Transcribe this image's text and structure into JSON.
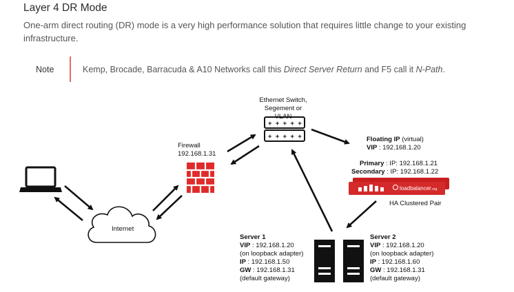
{
  "heading": "Layer 4 DR Mode",
  "intro": "One-arm direct routing (DR) mode is a very high performance solution that requires little change to your existing infrastructure.",
  "note": {
    "label": "Note",
    "text_before": "Kemp, Brocade, Barracuda & A10 Networks call this ",
    "text_em1": "Direct Server Return",
    "text_mid": " and F5 call it ",
    "text_em2": "N-Path",
    "text_after": "."
  },
  "diagram": {
    "switch_label_1": "Ethernet Switch,",
    "switch_label_2": "Segement or VLAN",
    "firewall_label_1": "Firewall",
    "firewall_label_2": "192.168.1.31",
    "internet_label": "Internet",
    "floating": {
      "title": "Floating IP",
      "title_suffix": " (virtual)",
      "vip_key": "VIP",
      "vip_val": " : 192.168.1.20"
    },
    "primary": {
      "key": "Primary",
      "val": " : IP: 192.168.1.21"
    },
    "secondary": {
      "key": "Secondary",
      "val": " : IP: 192.168.1.22"
    },
    "lb_brand": "loadbalancer",
    "lb_brand_suffix": ".org",
    "ha_label": "HA Clustered Pair",
    "server1": {
      "title": "Server 1",
      "vip_key": "VIP",
      "vip_val": " : 192.168.1.20",
      "loopback": "(on loopback adapter)",
      "ip_key": "IP",
      "ip_val": " : 192.168.1.50",
      "gw_key": "GW",
      "gw_val": " : 192.168.1.31",
      "gw_note": "(default gateway)"
    },
    "server2": {
      "title": "Server 2",
      "vip_key": "VIP",
      "vip_val": " : 192.168.1.20",
      "loopback": "(on loopback adapter)",
      "ip_key": "IP",
      "ip_val": " : 192.168.1.60",
      "gw_key": "GW",
      "gw_val": " : 192.168.1.31",
      "gw_note": "(default gateway)"
    }
  },
  "colors": {
    "accent_red": "#d42a2a",
    "note_bar": "#e26a6a",
    "text": "#555555"
  },
  "icons": [
    "laptop-icon",
    "cloud-icon",
    "firewall-icon",
    "switch-icon",
    "load-balancer-icon",
    "server-icon"
  ]
}
